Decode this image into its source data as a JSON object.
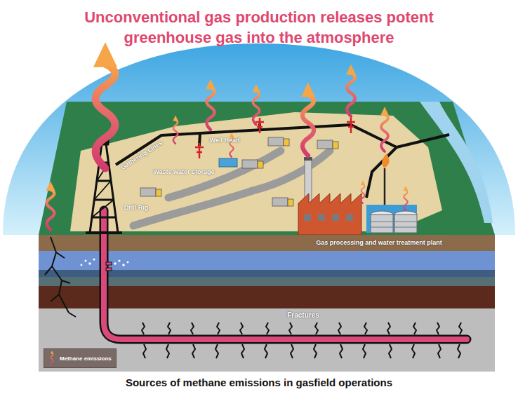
{
  "diagram": {
    "title": "Unconventional gas production releases potent greenhouse gas into the atmosphere",
    "caption": "Sources of methane emissions in gasfield operations",
    "labels": [
      "Gathering Lines",
      "Well Head",
      "Waste water storage",
      "Drill Rig",
      "Gas processing and water treatment plant",
      "Fractures"
    ],
    "legend": [
      {
        "text": "Methane emissions"
      }
    ]
  }
}
